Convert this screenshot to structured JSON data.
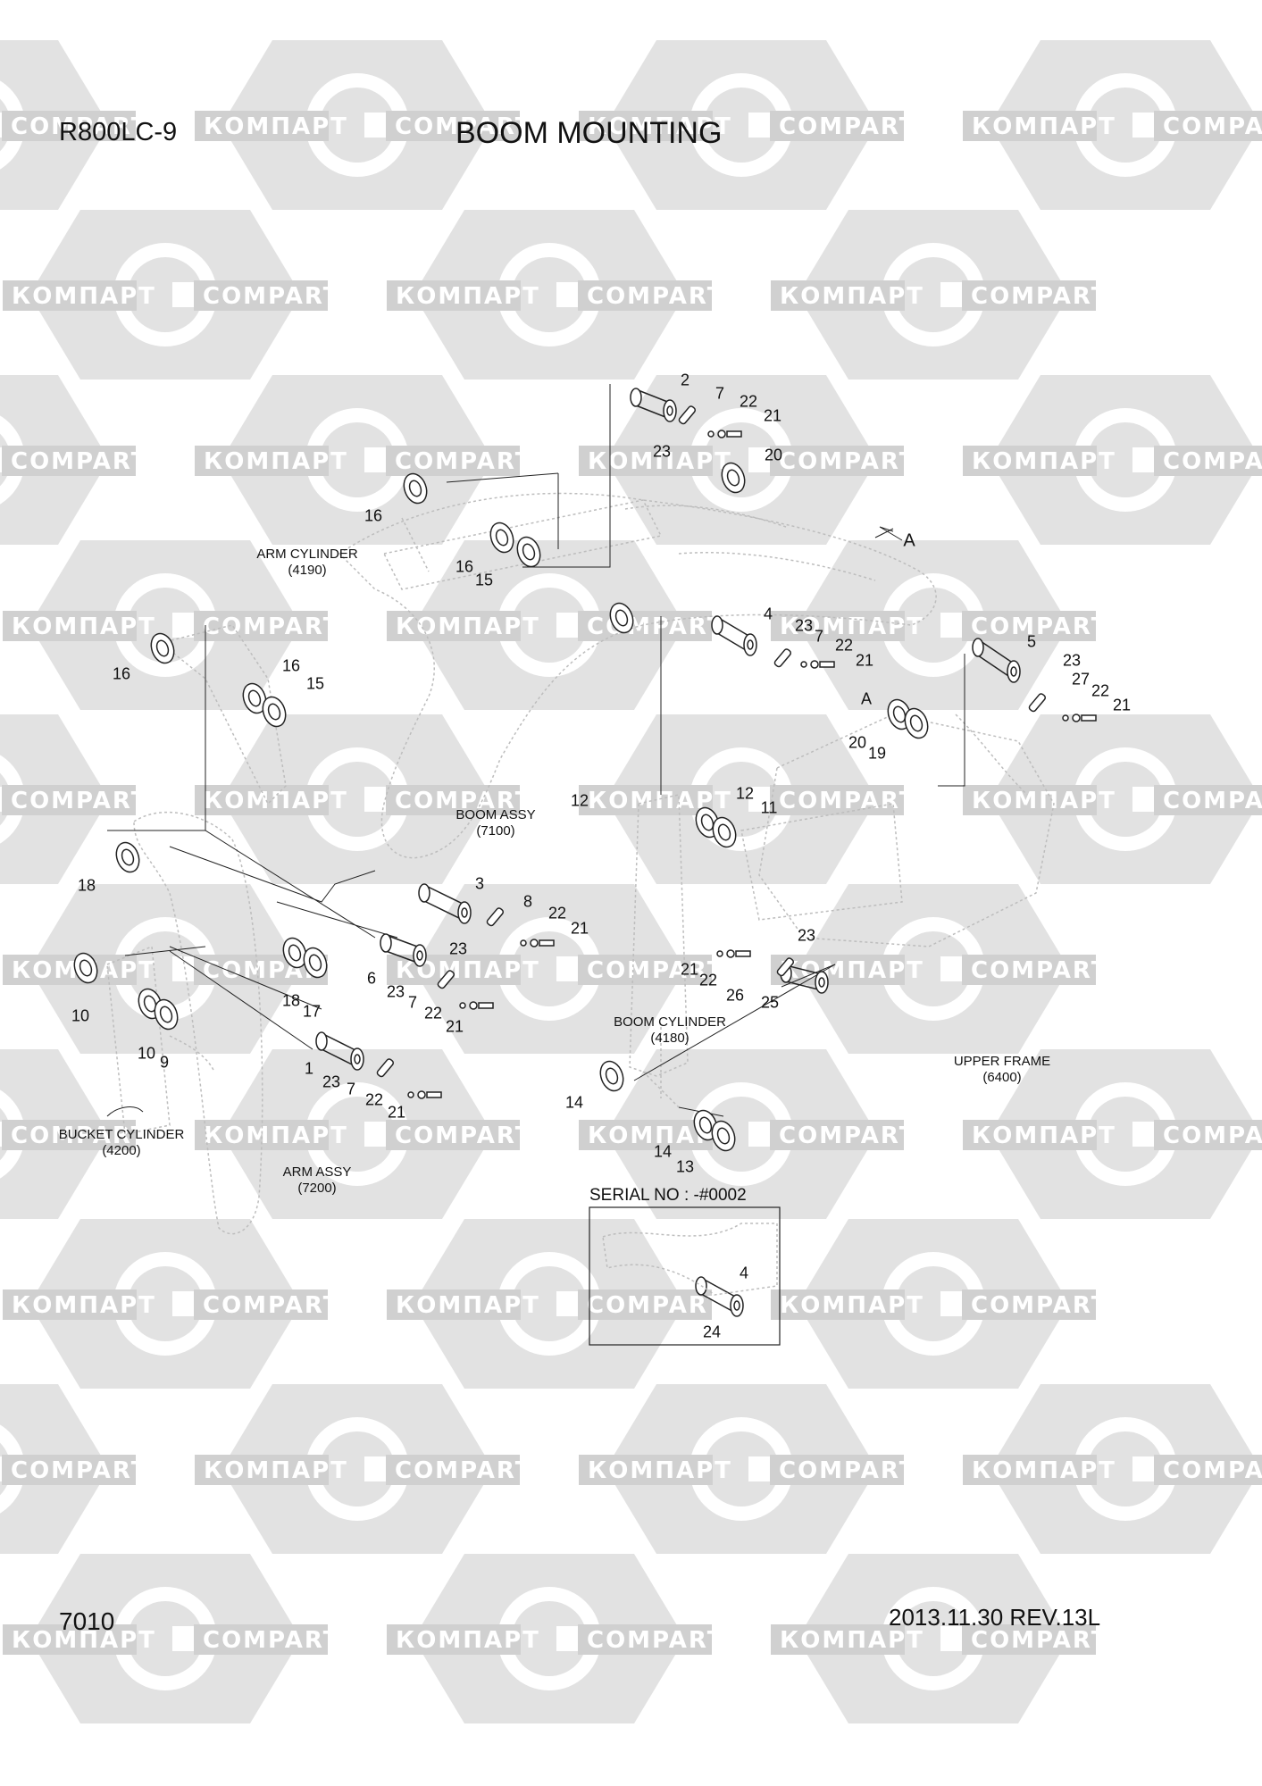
{
  "header": {
    "model": "R800LC-9",
    "title": "BOOM MOUNTING"
  },
  "footer": {
    "page_number": "7010",
    "date_rev": "2013.11.30  REV.13L"
  },
  "watermark": {
    "text_left": "КОМПАРТ",
    "text_right": "COMPART",
    "color": "#d6d6d6"
  },
  "assemblies": [
    {
      "label": "ARM CYLINDER",
      "ref": "(4190)"
    },
    {
      "label": "BOOM ASSY",
      "ref": "(7100)"
    },
    {
      "label": "BOOM CYLINDER",
      "ref": "(4180)"
    },
    {
      "label": "UPPER FRAME",
      "ref": "(6400)"
    },
    {
      "label": "BUCKET CYLINDER",
      "ref": "(4200)"
    },
    {
      "label": "ARM ASSY",
      "ref": "(7200)"
    }
  ],
  "serial_box": {
    "label": "SERIAL NO : -#0002"
  },
  "reference_markers": [
    "A",
    "A"
  ],
  "callouts": [
    "2",
    "7",
    "22",
    "21",
    "23",
    "20",
    "16",
    "16",
    "15",
    "4",
    "23",
    "7",
    "22",
    "21",
    "5",
    "23",
    "27",
    "22",
    "21",
    "A",
    "20",
    "19",
    "16",
    "16",
    "15",
    "12",
    "12",
    "11",
    "18",
    "3",
    "8",
    "22",
    "21",
    "23",
    "6",
    "23",
    "7",
    "22",
    "21",
    "10",
    "10",
    "9",
    "18",
    "17",
    "1",
    "23",
    "7",
    "22",
    "21",
    "23",
    "21",
    "22",
    "26",
    "25",
    "14",
    "14",
    "13",
    "4",
    "24"
  ]
}
